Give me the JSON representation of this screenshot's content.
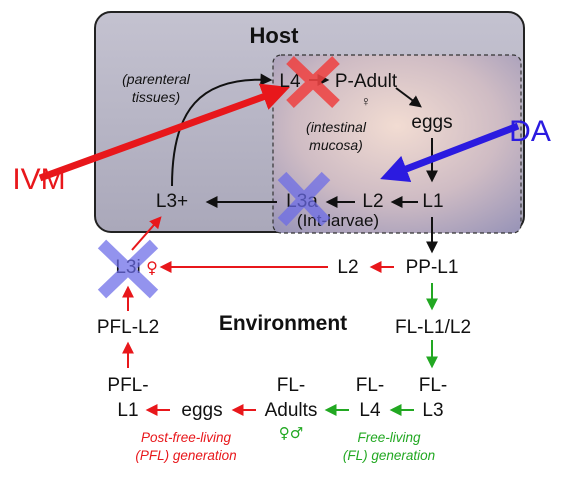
{
  "labels": {
    "host": "Host",
    "parenteral": [
      "(parenteral",
      "tissues)"
    ],
    "intestinal": [
      "(intestinal",
      "mucosa)"
    ],
    "environment": "Environment",
    "ivm": "IVM",
    "da": "DA"
  },
  "nodes": {
    "l4": "L4",
    "p_adult": "P-Adult",
    "female": "♀",
    "eggs_host": "eggs",
    "l3plus": "L3+",
    "l3a": "L3a",
    "l2_host": "L2",
    "l1_host": "L1",
    "int_larvae": "(Int-larvae)",
    "l3i": "L3i",
    "l3i_sex": "♀",
    "l2_env": "L2",
    "pp_l1": "PP-L1",
    "pfl_l2": "PFL-L2",
    "fl_l1_l2": "FL-L1/L2",
    "pfl": "PFL-",
    "l1_pfl": "L1",
    "eggs_env": "eggs",
    "fl_a": "FL-",
    "adults": "Adults",
    "adults_sex": "♀♂",
    "fl_b": "FL-",
    "l4_fl": "L4",
    "fl_c": "FL-",
    "l3_fl": "L3"
  },
  "generations": {
    "pfl": [
      "Post-free-living",
      "(PFL) generation"
    ],
    "fl": [
      "Free-living",
      "(FL) generation"
    ]
  },
  "colors": {
    "red": "#e8171b",
    "blue": "#2b1be0",
    "green": "#22a822",
    "cross_red": "#ee4444",
    "cross_blue": "#6a6ae8"
  }
}
